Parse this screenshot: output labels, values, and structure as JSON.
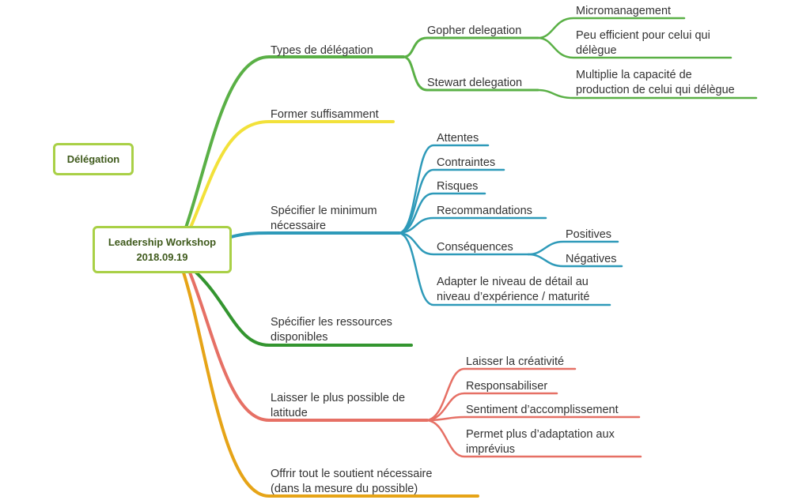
{
  "title_box": "Délégation",
  "root": {
    "line1": "Leadership Workshop",
    "line2": "2018.09.19"
  },
  "colors": {
    "green": "#5ab046",
    "yellow": "#f2e13a",
    "teal": "#2e9ab9",
    "dark_green": "#33952f",
    "salmon": "#e67065",
    "orange": "#e6a417",
    "box_border": "#a9d046"
  },
  "branches": {
    "types": {
      "label": "Types de délégation",
      "gopher": {
        "label": "Gopher delegation",
        "micro": "Micromanagement",
        "peu": [
          "Peu efficient pour celui qui",
          "délègue"
        ]
      },
      "stewart": {
        "label": "Stewart delegation",
        "multiplie": [
          "Multiplie la capacité de",
          "production de celui qui délègue"
        ]
      }
    },
    "former": {
      "label": "Former suffisamment"
    },
    "specifier_min": {
      "label": [
        "Spécifier le minimum",
        "nécessaire"
      ],
      "attentes": "Attentes",
      "contraintes": "Contraintes",
      "risques": "Risques",
      "recommandations": "Recommandations",
      "consequences": {
        "label": "Conséquences",
        "positives": "Positives",
        "negatives": "Négatives"
      },
      "adapter": [
        "Adapter le niveau de détail au",
        "niveau d’expérience / maturité"
      ]
    },
    "ressources": {
      "label": [
        "Spécifier les ressources",
        "disponibles"
      ]
    },
    "latitude": {
      "label": [
        "Laisser le plus possible de",
        "latitude"
      ],
      "creativite": "Laisser la créativité",
      "responsabiliser": "Responsabiliser",
      "accomplissement": "Sentiment d’accomplissement",
      "adaptation": [
        "Permet plus d’adaptation aux",
        "imprévius"
      ]
    },
    "soutien": {
      "label": [
        "Offrir tout le soutient nécessaire",
        "(dans la mesure du possible)"
      ]
    }
  }
}
